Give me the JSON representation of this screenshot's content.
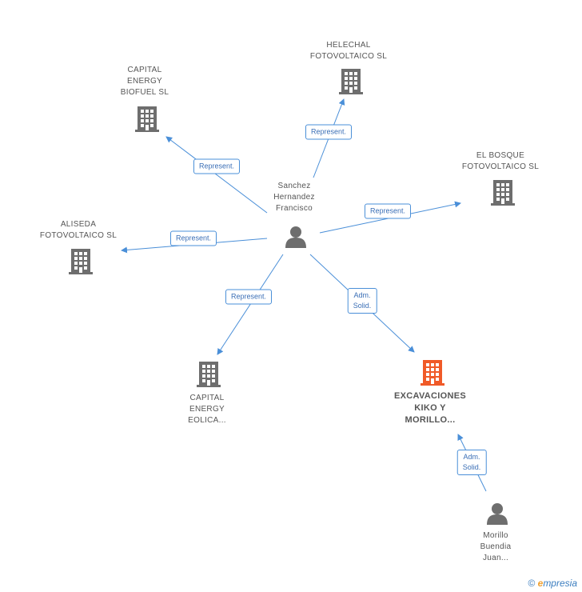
{
  "colors": {
    "edge": "#4a8fd8",
    "building": "#6e6e6e",
    "building_focus": "#f05a28",
    "person": "#6e6e6e",
    "label": "#555555"
  },
  "nodes": {
    "person_center": {
      "label": "Sanchez\nHernandez\nFrancisco",
      "icon": "person-icon"
    },
    "helechal": {
      "label": "HELECHAL\nFOTOVOLTAICO SL",
      "icon": "building-icon"
    },
    "capital_biofuel": {
      "label": "CAPITAL\nENERGY\nBIOFUEL SL",
      "icon": "building-icon"
    },
    "el_bosque": {
      "label": "EL BOSQUE\nFOTOVOLTAICO SL",
      "icon": "building-icon"
    },
    "aliseda": {
      "label": "ALISEDA\nFOTOVOLTAICO SL",
      "icon": "building-icon"
    },
    "capital_eolica": {
      "label": "CAPITAL\nENERGY\nEOLICA...",
      "icon": "building-icon"
    },
    "excavaciones": {
      "label": "EXCAVACIONES\nKIKO Y\nMORILLO...",
      "icon": "building-icon"
    },
    "person_morillo": {
      "label": "Morillo\nBuendia\nJuan...",
      "icon": "person-icon"
    }
  },
  "edges": {
    "e_helechal": "Represent.",
    "e_biofuel": "Represent.",
    "e_bosque": "Represent.",
    "e_aliseda": "Represent.",
    "e_eolica": "Represent.",
    "e_excav": "Adm.\nSolid.",
    "e_morillo": "Adm.\nSolid."
  },
  "footer": {
    "copyright": "©",
    "brand_e": "e",
    "brand_rest": "mpresia"
  }
}
